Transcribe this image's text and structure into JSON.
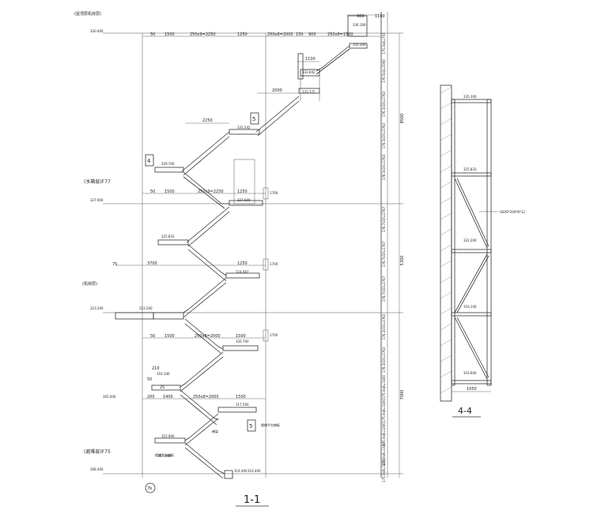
{
  "section_1_1": {
    "title": "1-1",
    "level_labels": {
      "top": "(屋顶层机房层)",
      "water_tank": "(水箱层)F77",
      "machine": "(机房层)",
      "refuge": "(避难层)F75",
      "axis": "7b"
    },
    "elevations": {
      "top_left": "330.400",
      "water_tank": "327.600",
      "machine": "323.200",
      "machine_landing": "323.200",
      "refuge": "315.900",
      "base": "308.400",
      "base_right": "316.400",
      "lower_landing": "305.400",
      "roof_a": "336.100",
      "roof_b": "335.300",
      "roof_c": "333.842",
      "roof_d": "333.772",
      "mid_a": "331.542",
      "mid_b": "329.700",
      "mid_c": "327.600",
      "mid_d": "325.833",
      "mid_e": "324.067",
      "low_a": "320.700",
      "low_b": "316.140",
      "low_c": "317.500",
      "low_d": "315.900",
      "low_e": "314.400"
    },
    "top_dims": [
      "50",
      "1500",
      "250x9=2250",
      "1250",
      "250x8=2000",
      "150",
      "900",
      "250x6=1500"
    ],
    "top_right_dims": [
      "900",
      "1100"
    ],
    "upper_dims": {
      "d1100": "1100",
      "d2000": "2000",
      "d2250": "2250"
    },
    "mid_dims_a": [
      "50",
      "1500",
      "250x9=2250",
      "1250"
    ],
    "mid_dims_b": {
      "d3700": "3700",
      "d1250": "1250"
    },
    "low_dims_a": [
      "50",
      "1500",
      "250x8=2000",
      "1500"
    ],
    "low_dims_b": [
      "200",
      "1400",
      "250x8=2000",
      "1500"
    ],
    "small_dims": [
      "210",
      "50",
      "25"
    ],
    "side_dims_right": [
      "175.3x4=701",
      "176.5x4=1000",
      "176.3x10=1763",
      "176.3x10=1763",
      "176.3x10=1763",
      "176.7x10=1767",
      "176.7x10=1767",
      "176.7x10=1767",
      "176.3x10=1763",
      "176.3x10=1763",
      "175.0x8=1400",
      "175.0x8=1400",
      "175.0x8=1400",
      "175.0x8=1400",
      "175.0x8=1400"
    ],
    "side_totals": [
      "8500",
      "5300",
      "7000"
    ],
    "box_labels": [
      "4",
      "5",
      "5"
    ],
    "notes": [
      "梯梁",
      "楼梯平台梯板",
      "楼梯平台梯板"
    ],
    "dim_1700": "1700"
  },
  "section_4_4": {
    "title": "4-4",
    "elevations": [
      "335.300",
      "325.833",
      "322.200",
      "316.140",
      "316.600"
    ],
    "bracing_label": "H200*200*8*12",
    "width_dim": "1050"
  }
}
